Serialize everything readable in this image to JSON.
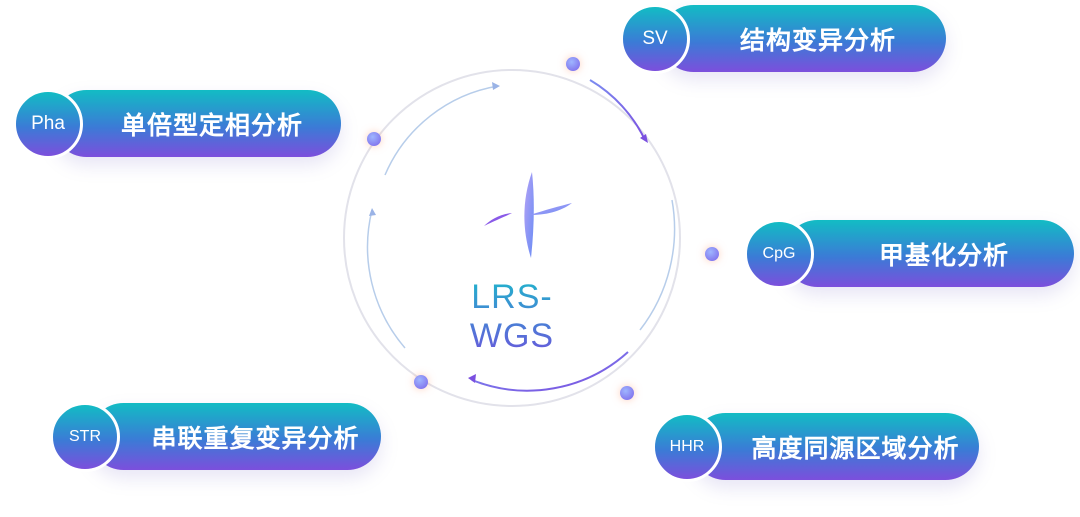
{
  "center": {
    "label": "LRS-WGS"
  },
  "nodes": [
    {
      "abbr": "SV",
      "label": "结构变异分析"
    },
    {
      "abbr": "Pha",
      "label": "单倍型定相分析"
    },
    {
      "abbr": "CpG",
      "label": "甲基化分析"
    },
    {
      "abbr": "STR",
      "label": "串联重复变异分析"
    },
    {
      "abbr": "HHR",
      "label": "高度同源区域分析"
    }
  ],
  "colors": {
    "gradient_top": "#12bcc4",
    "gradient_bottom": "#7c4fdc"
  }
}
